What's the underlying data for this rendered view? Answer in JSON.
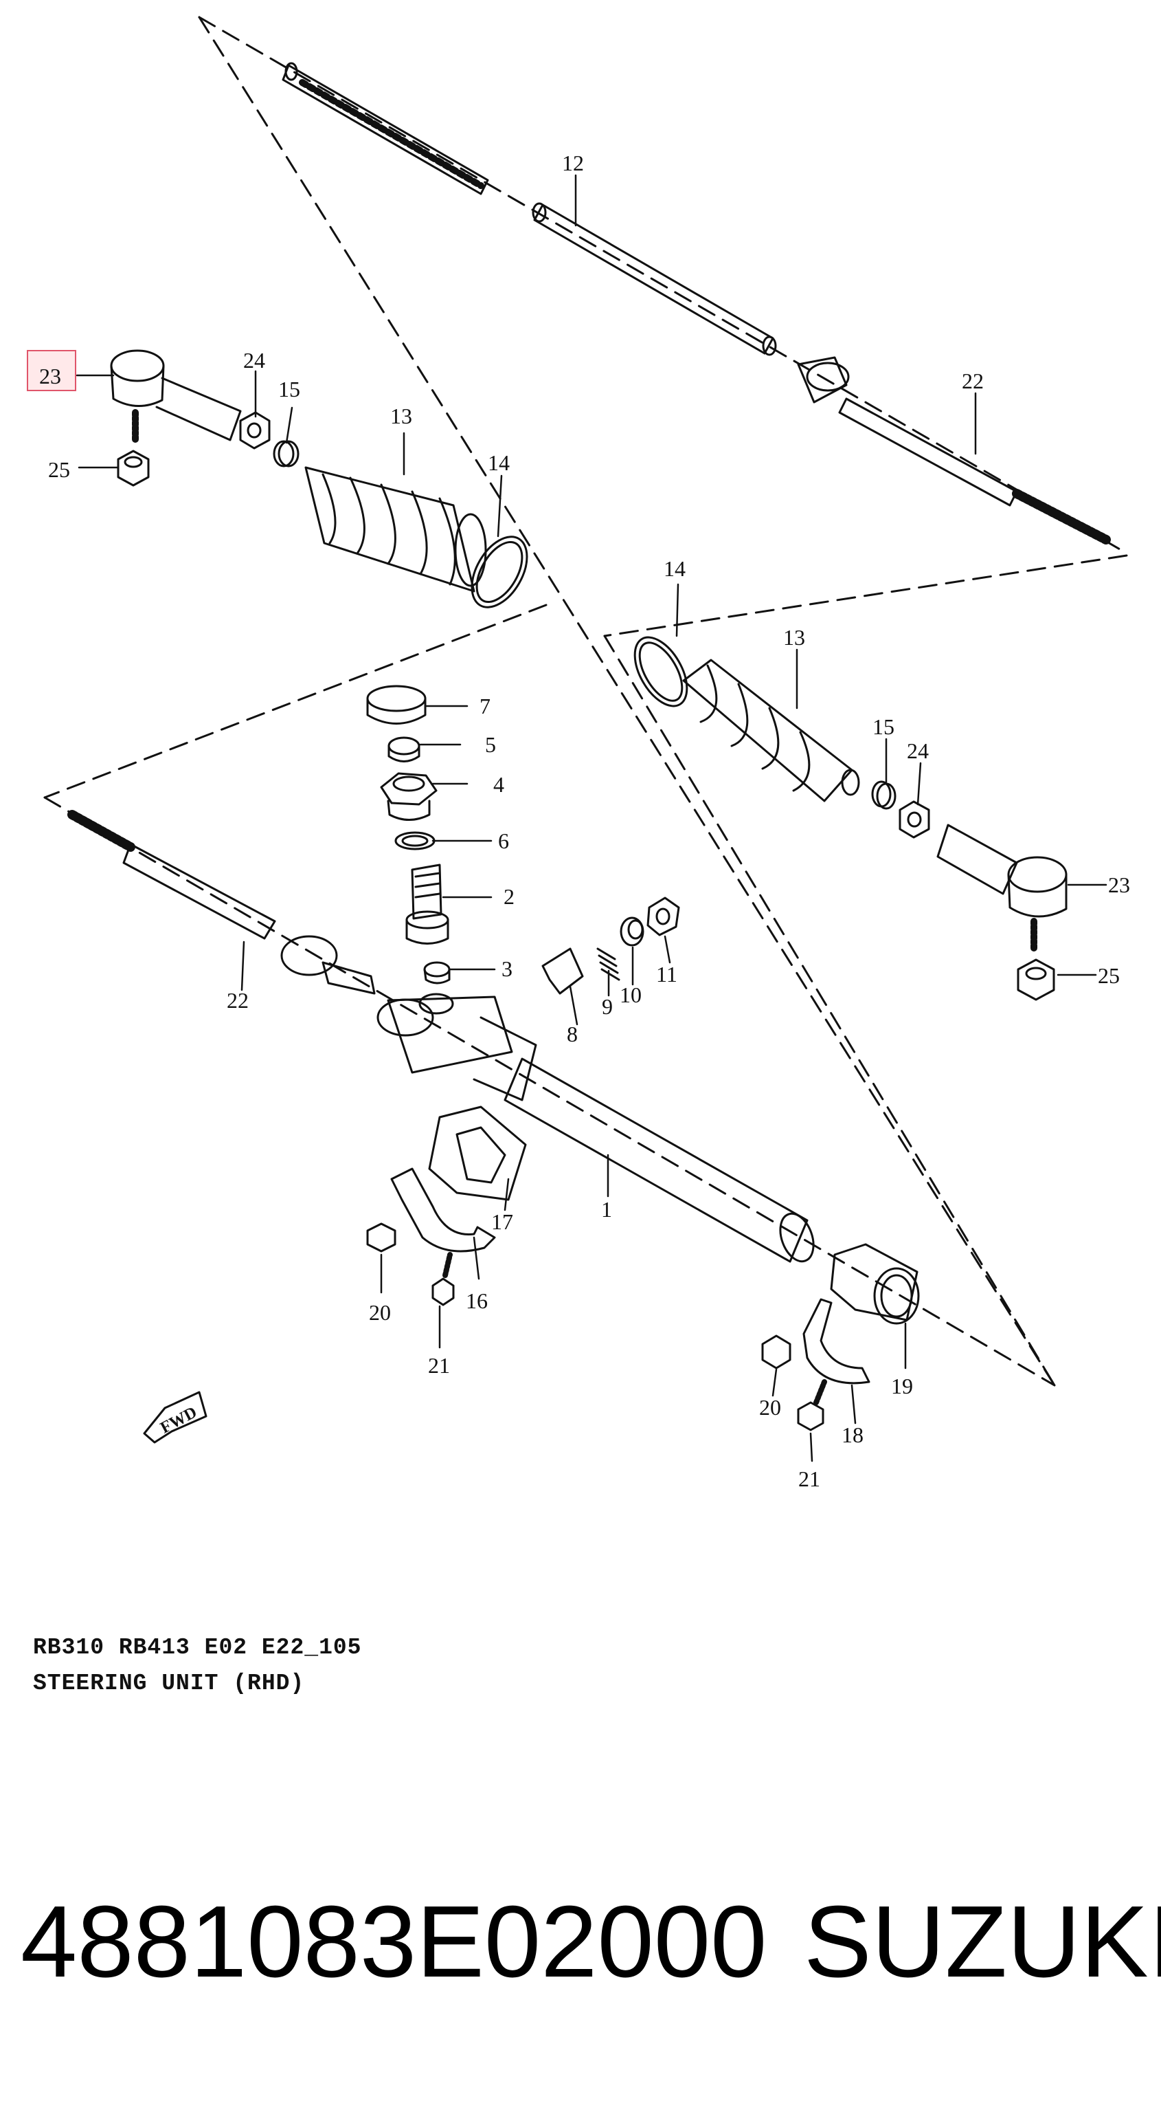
{
  "diagram": {
    "callouts": [
      {
        "id": "c23a",
        "label": "23",
        "highlighted": true
      },
      {
        "id": "c24a",
        "label": "24"
      },
      {
        "id": "c15a",
        "label": "15"
      },
      {
        "id": "c25a",
        "label": "25"
      },
      {
        "id": "c13a",
        "label": "13"
      },
      {
        "id": "c14a",
        "label": "14"
      },
      {
        "id": "c12",
        "label": "12"
      },
      {
        "id": "c22a",
        "label": "22"
      },
      {
        "id": "c14b",
        "label": "14"
      },
      {
        "id": "c13b",
        "label": "13"
      },
      {
        "id": "c15b",
        "label": "15"
      },
      {
        "id": "c24b",
        "label": "24"
      },
      {
        "id": "c23b",
        "label": "23"
      },
      {
        "id": "c25b",
        "label": "25"
      },
      {
        "id": "c7",
        "label": "7"
      },
      {
        "id": "c5",
        "label": "5"
      },
      {
        "id": "c4",
        "label": "4"
      },
      {
        "id": "c6",
        "label": "6"
      },
      {
        "id": "c2",
        "label": "2"
      },
      {
        "id": "c3",
        "label": "3"
      },
      {
        "id": "c8",
        "label": "8"
      },
      {
        "id": "c9",
        "label": "9"
      },
      {
        "id": "c10",
        "label": "10"
      },
      {
        "id": "c11",
        "label": "11"
      },
      {
        "id": "c22b",
        "label": "22"
      },
      {
        "id": "c1",
        "label": "1"
      },
      {
        "id": "c17",
        "label": "17"
      },
      {
        "id": "c16",
        "label": "16"
      },
      {
        "id": "c20a",
        "label": "20"
      },
      {
        "id": "c21a",
        "label": "21"
      },
      {
        "id": "c19",
        "label": "19"
      },
      {
        "id": "c20b",
        "label": "20"
      },
      {
        "id": "c18",
        "label": "18"
      },
      {
        "id": "c21b",
        "label": "21"
      }
    ],
    "fwd_label": "FWD"
  },
  "caption": {
    "line1": "RB310 RB413 E02 E22_105",
    "line2": "STEERING UNIT (RHD)"
  },
  "footer": {
    "part_number": "4881083E02000",
    "brand": "SUZUKI"
  },
  "colors": {
    "line": "#111111",
    "highlight_fill": "#ffe9ea",
    "highlight_stroke": "#e0556a"
  }
}
